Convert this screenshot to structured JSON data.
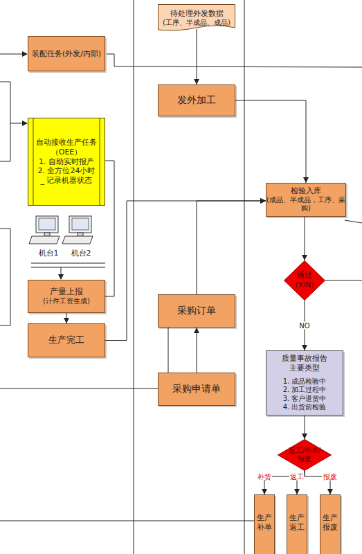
{
  "diagram": {
    "nodes": [
      {
        "text": [
          "待处理外发数据",
          "(工序、半成品、成品)"
        ]
      },
      {
        "text": [
          "装配任务(外发/内部)"
        ]
      },
      {
        "text": [
          "发外加工"
        ]
      },
      {
        "text": [
          "自动接收生产任务（OEE）",
          "1. 自助实时报产",
          "2. 全方位24小时 _ 记录机器状态"
        ]
      },
      {
        "text": [
          "检验入库",
          "(成品、半成品，工序、采购)"
        ]
      },
      {
        "text": [
          "通过 (Y/N)"
        ]
      },
      {
        "text": [
          "产量上报",
          "(计件工资生成)"
        ]
      },
      {
        "text": [
          "采购订单"
        ]
      },
      {
        "text": [
          "生产完工"
        ]
      },
      {
        "text": [
          "质量事故报告 主要类型",
          "1. 成品检验中",
          "2. 加工过程中",
          "3. 客户退货中",
          "4. 出货前检验"
        ]
      },
      {
        "text": [
          "采购申请单"
        ]
      },
      {
        "text": [
          "返工/补单/报废"
        ]
      },
      {
        "text": [
          "生产补单"
        ]
      },
      {
        "text": [
          "生产返工"
        ]
      },
      {
        "text": [
          "生产报废"
        ]
      }
    ],
    "edges": [
      {
        "from": 0,
        "to": 2,
        "arrow": "to"
      },
      {
        "from": 2,
        "to": 4,
        "arrow": "to"
      },
      {
        "from": 6,
        "to": 3,
        "arrow": "none"
      },
      {
        "from": 6,
        "to": 8,
        "arrow": "to"
      },
      {
        "from": 8,
        "to": 4,
        "arrow": "to"
      },
      {
        "from": 7,
        "to": 4,
        "arrow": "to"
      },
      {
        "from": 10,
        "to": 7,
        "arrow": "to"
      },
      {
        "from": 10,
        "to": 7,
        "arrow": "none"
      },
      {
        "from": 4,
        "to": 5,
        "arrow": "to"
      },
      {
        "from": 5,
        "to": 9,
        "label": "NO",
        "arrow": "to"
      },
      {
        "from": 9,
        "to": 11,
        "arrow": "to"
      },
      {
        "from": 11,
        "to": 12,
        "label": "补货",
        "arrow": "to"
      },
      {
        "from": 11,
        "to": 13,
        "label": "返工",
        "arrow": "to"
      },
      {
        "from": 11,
        "to": 14,
        "label": "报废",
        "arrow": "to"
      }
    ],
    "labels": [
      "机台1",
      "机台2"
    ]
  }
}
